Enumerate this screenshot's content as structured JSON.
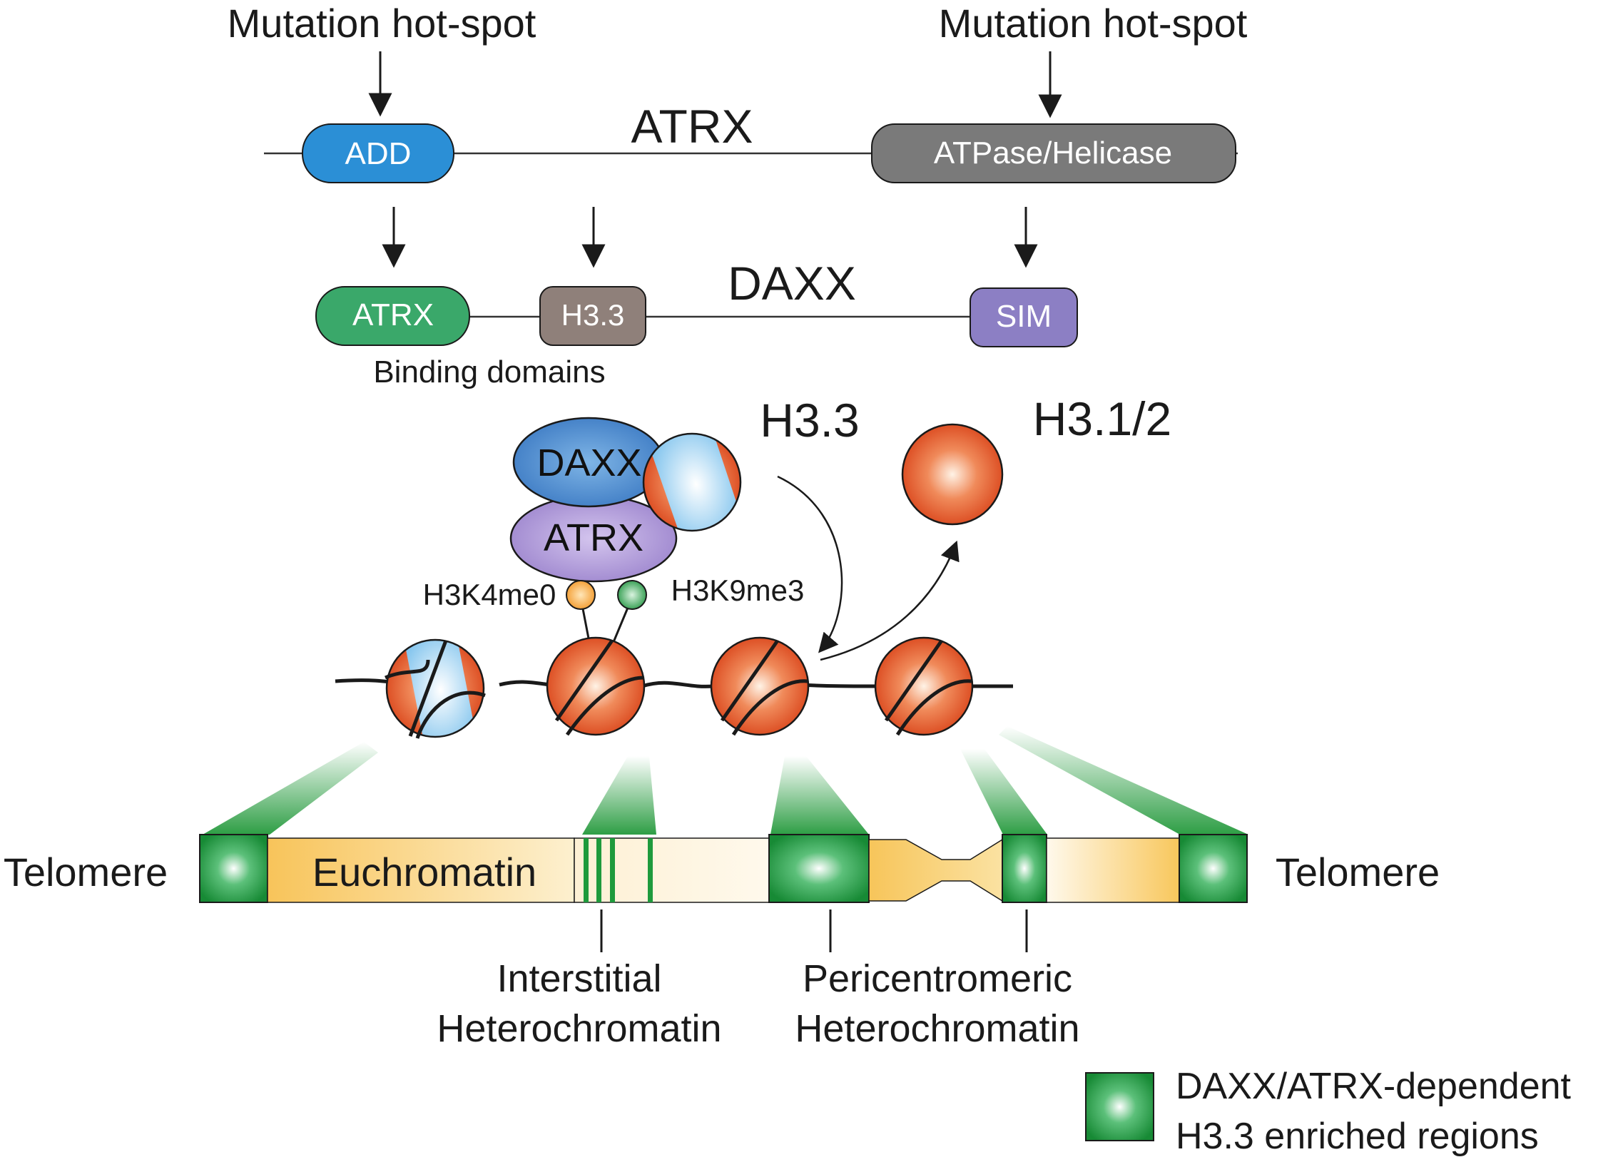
{
  "atrx_gene": {
    "name": "ATRX",
    "hotspot_left": "Mutation hot-spot",
    "hotspot_right": "Mutation hot-spot",
    "domain_add": "ADD",
    "domain_helicase": "ATPase/Helicase"
  },
  "daxx_gene": {
    "name": "DAXX",
    "domain_atrx": "ATRX",
    "domain_h33": "H3.3",
    "domain_sim": "SIM",
    "binding_caption": "Binding domains"
  },
  "complex": {
    "daxx": "DAXX",
    "atrx": "ATRX",
    "h33_label": "H3.3",
    "h312_label": "H3.1/2",
    "mark_k4": "H3K4me0",
    "mark_k9": "H3K9me3"
  },
  "chromosome": {
    "telomere_left": "Telomere",
    "telomere_right": "Telomere",
    "euchromatin": "Euchromatin",
    "interstitial_line1": "Interstitial",
    "interstitial_line2": "Heterochromatin",
    "pericentromeric_line1": "Pericentromeric",
    "pericentromeric_line2": "Heterochromatin"
  },
  "legend": {
    "line1": "DAXX/ATRX-dependent",
    "line2": "H3.3 enriched regions"
  },
  "colors": {
    "add_blue": "#2b8fd6",
    "helicase_gray": "#7a7a7a",
    "atrx_green": "#3aa86a",
    "h33_taupe": "#8f807a",
    "sim_purple": "#8c7fc4",
    "nucleosome_orange": "#e24a1f",
    "h33_lightblue": "#9fd3f2",
    "enriched_green": "#1e9a3c",
    "euchromatin_yellow": "#f8c95a"
  }
}
